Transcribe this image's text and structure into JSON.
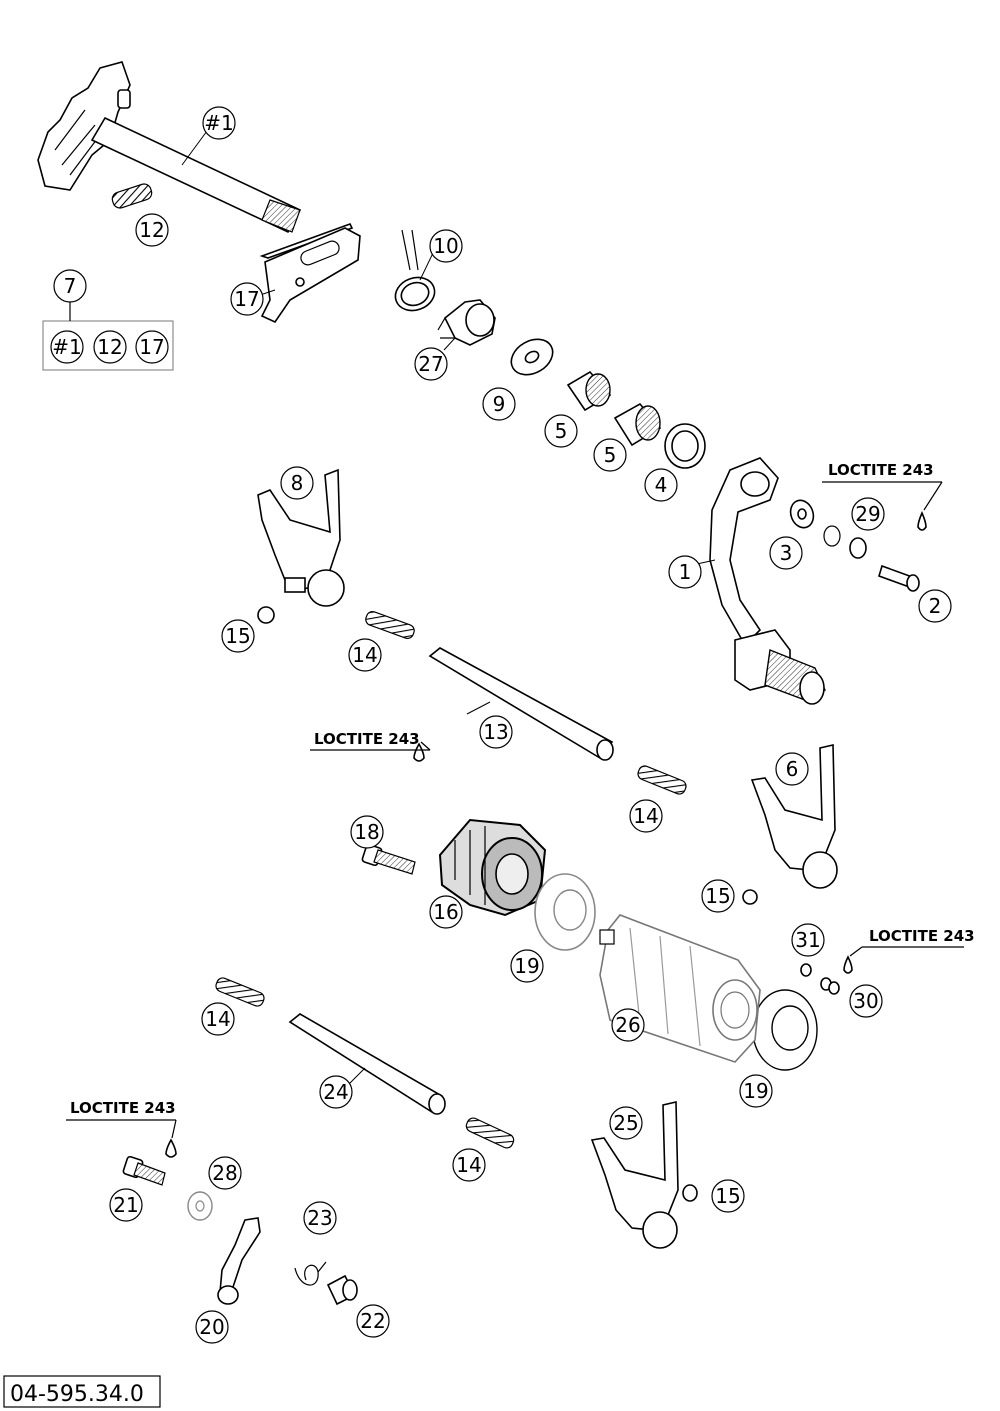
{
  "callouts": [
    {
      "id": "c1a",
      "text": "#1"
    },
    {
      "id": "c12a",
      "text": "12"
    },
    {
      "id": "c7",
      "text": "7"
    },
    {
      "id": "c1b",
      "text": "#1"
    },
    {
      "id": "c12b",
      "text": "12"
    },
    {
      "id": "c17a",
      "text": "17"
    },
    {
      "id": "c17b",
      "text": "17"
    },
    {
      "id": "c10",
      "text": "10"
    },
    {
      "id": "c27",
      "text": "27"
    },
    {
      "id": "c9",
      "text": "9"
    },
    {
      "id": "c5a",
      "text": "5"
    },
    {
      "id": "c5b",
      "text": "5"
    },
    {
      "id": "c4",
      "text": "4"
    },
    {
      "id": "c8",
      "text": "8"
    },
    {
      "id": "c3",
      "text": "3"
    },
    {
      "id": "c29",
      "text": "29"
    },
    {
      "id": "c1",
      "text": "1"
    },
    {
      "id": "c2",
      "text": "2"
    },
    {
      "id": "c15a",
      "text": "15"
    },
    {
      "id": "c14a",
      "text": "14"
    },
    {
      "id": "c13",
      "text": "13"
    },
    {
      "id": "c6",
      "text": "6"
    },
    {
      "id": "c18",
      "text": "18"
    },
    {
      "id": "c14b",
      "text": "14"
    },
    {
      "id": "c15b",
      "text": "15"
    },
    {
      "id": "c16",
      "text": "16"
    },
    {
      "id": "c31",
      "text": "31"
    },
    {
      "id": "c19a",
      "text": "19"
    },
    {
      "id": "c30",
      "text": "30"
    },
    {
      "id": "c14c",
      "text": "14"
    },
    {
      "id": "c26",
      "text": "26"
    },
    {
      "id": "c24",
      "text": "24"
    },
    {
      "id": "c19b",
      "text": "19"
    },
    {
      "id": "c25",
      "text": "25"
    },
    {
      "id": "c28",
      "text": "28"
    },
    {
      "id": "c14d",
      "text": "14"
    },
    {
      "id": "c15c",
      "text": "15"
    },
    {
      "id": "c21",
      "text": "21"
    },
    {
      "id": "c23",
      "text": "23"
    },
    {
      "id": "c22",
      "text": "22"
    },
    {
      "id": "c20",
      "text": "20"
    }
  ],
  "loctite_labels": [
    "LOCTITE 243",
    "LOCTITE 243",
    "LOCTITE 243",
    "LOCTITE 243"
  ],
  "diagram_code": "04-595.34.0",
  "colors": {
    "ink": "#000000",
    "hatch": "#555555",
    "paper": "#ffffff"
  }
}
